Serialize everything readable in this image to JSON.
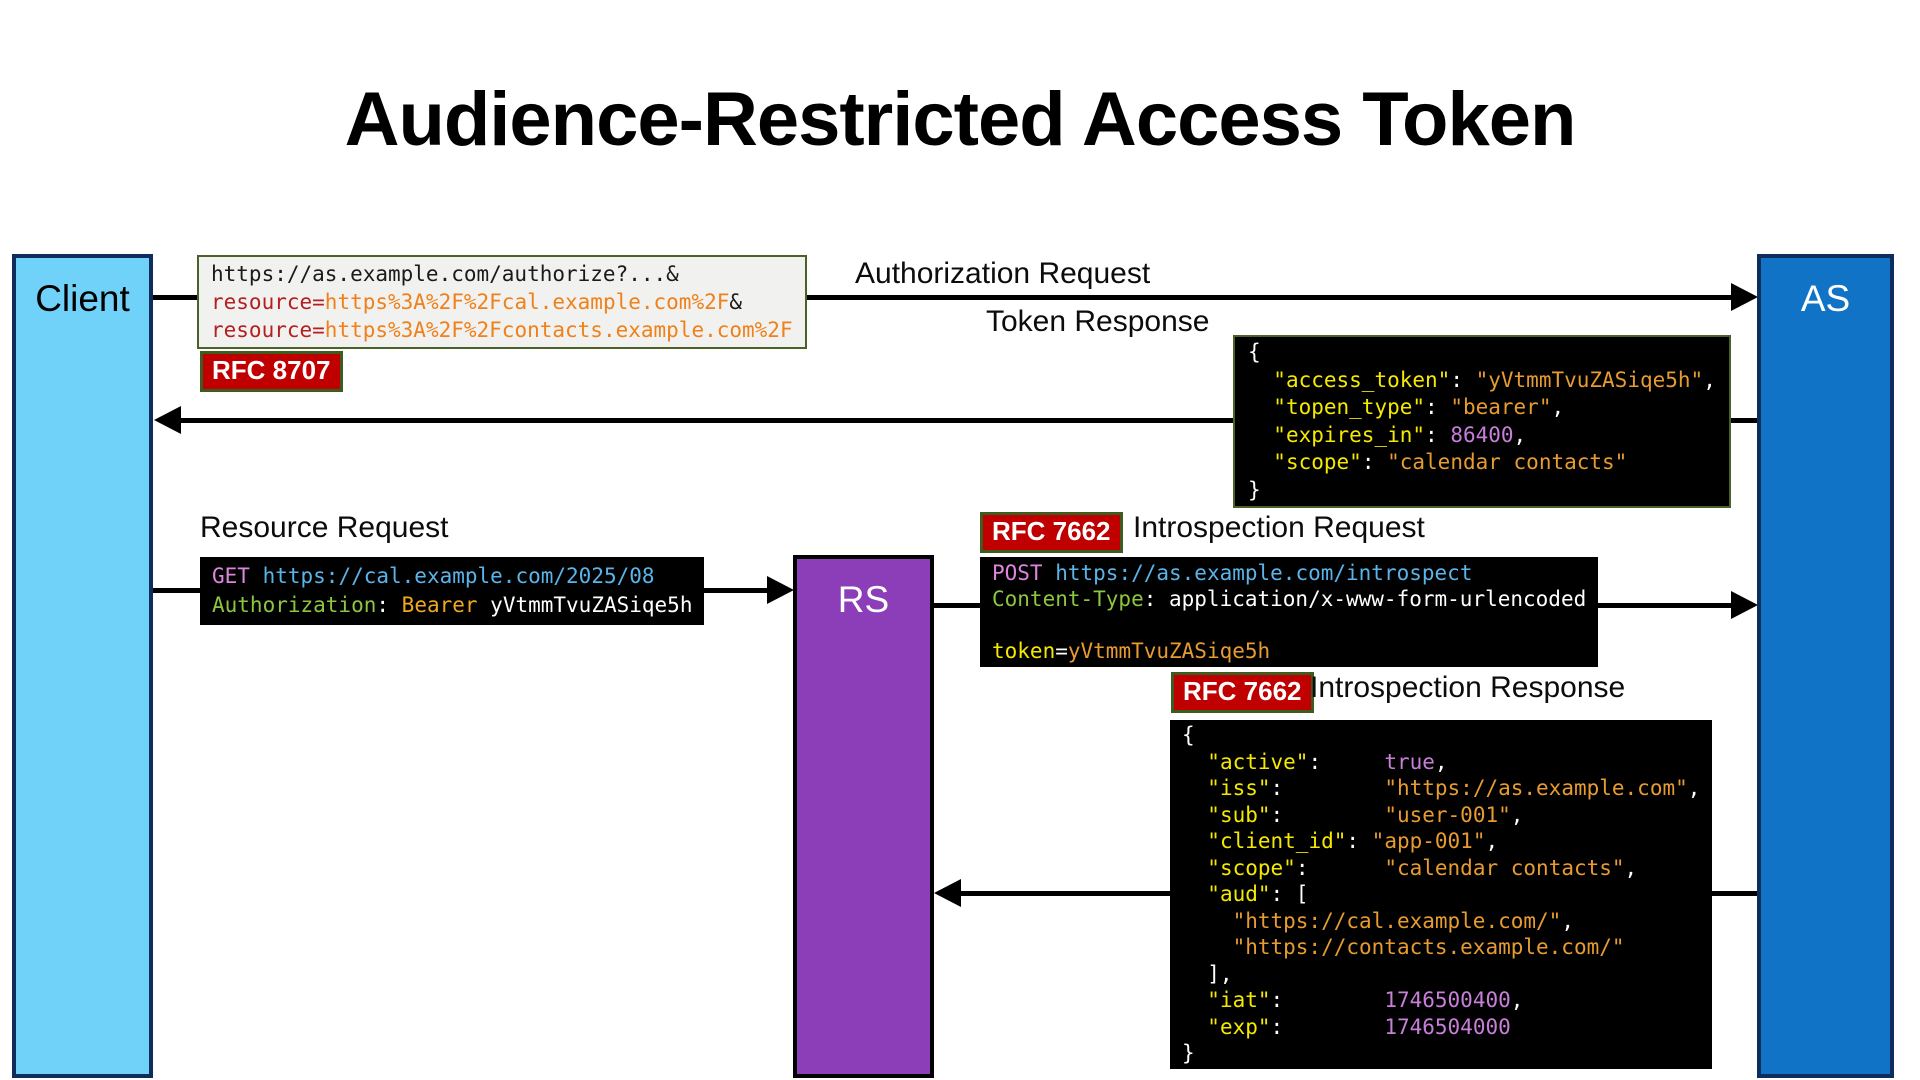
{
  "title": "Audience-Restricted Access Token",
  "actors": {
    "client": {
      "label": "Client"
    },
    "as": {
      "label": "AS"
    },
    "rs": {
      "label": "RS"
    }
  },
  "flows": {
    "authorization_request": {
      "label": "Authorization Request",
      "badge": "RFC 8707"
    },
    "token_response": {
      "label": "Token Response"
    },
    "resource_request": {
      "label": "Resource Request"
    },
    "introspection_request": {
      "label": "Introspection Request",
      "badge": "RFC 7662"
    },
    "introspection_response": {
      "label": "Introspection Response",
      "badge": "RFC 7662"
    }
  },
  "code_blocks": {
    "authorize_url": {
      "lines": [
        [
          [
            "t",
            "https://as.example.com/authorize?...&"
          ]
        ],
        [
          [
            "r",
            "resource="
          ],
          [
            "o",
            "https%3A%2F%2Fcal.example.com%2F"
          ],
          [
            "t",
            "&"
          ]
        ],
        [
          [
            "r",
            "resource="
          ],
          [
            "o",
            "https%3A%2F%2Fcontacts.example.com%2F"
          ]
        ]
      ]
    },
    "token_response_json": {
      "lines": [
        [
          [
            "p",
            "{"
          ]
        ],
        [
          [
            "p",
            "  "
          ],
          [
            "k",
            "\"access_token\""
          ],
          [
            "p",
            ": "
          ],
          [
            "s",
            "\"yVtmmTvuZASiqe5h\""
          ],
          [
            "p",
            ","
          ]
        ],
        [
          [
            "p",
            "  "
          ],
          [
            "k",
            "\"topen_type\""
          ],
          [
            "p",
            ": "
          ],
          [
            "s",
            "\"bearer\""
          ],
          [
            "p",
            ","
          ]
        ],
        [
          [
            "p",
            "  "
          ],
          [
            "k",
            "\"expires_in\""
          ],
          [
            "p",
            ": "
          ],
          [
            "n",
            "86400"
          ],
          [
            "p",
            ","
          ]
        ],
        [
          [
            "p",
            "  "
          ],
          [
            "k",
            "\"scope\""
          ],
          [
            "p",
            ": "
          ],
          [
            "s",
            "\"calendar contacts\""
          ]
        ],
        [
          [
            "p",
            "}"
          ]
        ]
      ]
    },
    "resource_request_http": {
      "lines": [
        [
          [
            "m",
            "GET"
          ],
          [
            "p",
            " "
          ],
          [
            "u",
            "https://cal.example.com/2025/08"
          ]
        ],
        [
          [
            "h",
            "Authorization"
          ],
          [
            "p",
            ": "
          ],
          [
            "b",
            "Bearer"
          ],
          [
            "p",
            " yVtmmTvuZASiqe5h"
          ]
        ]
      ]
    },
    "introspection_request_http": {
      "lines": [
        [
          [
            "m",
            "POST"
          ],
          [
            "p",
            " "
          ],
          [
            "u",
            "https://as.example.com/introspect"
          ]
        ],
        [
          [
            "h",
            "Content-Type"
          ],
          [
            "p",
            ": application/x-www-form-urlencoded"
          ]
        ],
        [
          [
            "p",
            " "
          ]
        ],
        [
          [
            "k",
            "token"
          ],
          [
            "p",
            "="
          ],
          [
            "s",
            "yVtmmTvuZASiqe5h"
          ]
        ]
      ]
    },
    "introspection_response_json": {
      "lines": [
        [
          [
            "p",
            "{"
          ]
        ],
        [
          [
            "p",
            "  "
          ],
          [
            "k",
            "\"active\""
          ],
          [
            "p",
            ":     "
          ],
          [
            "n",
            "true"
          ],
          [
            "p",
            ","
          ]
        ],
        [
          [
            "p",
            "  "
          ],
          [
            "k",
            "\"iss\""
          ],
          [
            "p",
            ":        "
          ],
          [
            "s",
            "\"https://as.example.com\""
          ],
          [
            "p",
            ","
          ]
        ],
        [
          [
            "p",
            "  "
          ],
          [
            "k",
            "\"sub\""
          ],
          [
            "p",
            ":        "
          ],
          [
            "s",
            "\"user-001\""
          ],
          [
            "p",
            ","
          ]
        ],
        [
          [
            "p",
            "  "
          ],
          [
            "k",
            "\"client_id\""
          ],
          [
            "p",
            ": "
          ],
          [
            "s",
            "\"app-001\""
          ],
          [
            "p",
            ","
          ]
        ],
        [
          [
            "p",
            "  "
          ],
          [
            "k",
            "\"scope\""
          ],
          [
            "p",
            ":      "
          ],
          [
            "s",
            "\"calendar contacts\""
          ],
          [
            "p",
            ","
          ]
        ],
        [
          [
            "p",
            "  "
          ],
          [
            "k",
            "\"aud\""
          ],
          [
            "p",
            ": ["
          ]
        ],
        [
          [
            "p",
            "    "
          ],
          [
            "s",
            "\"https://cal.example.com/\""
          ],
          [
            "p",
            ","
          ]
        ],
        [
          [
            "p",
            "    "
          ],
          [
            "s",
            "\"https://contacts.example.com/\""
          ]
        ],
        [
          [
            "p",
            "  ],"
          ]
        ],
        [
          [
            "p",
            "  "
          ],
          [
            "k",
            "\"iat\""
          ],
          [
            "p",
            ":        "
          ],
          [
            "n",
            "1746500400"
          ],
          [
            "p",
            ","
          ]
        ],
        [
          [
            "p",
            "  "
          ],
          [
            "k",
            "\"exp\""
          ],
          [
            "p",
            ":        "
          ],
          [
            "n",
            "1746504000"
          ]
        ],
        [
          [
            "p",
            "}"
          ]
        ]
      ]
    }
  },
  "colors": {
    "client_fill": "#70d2f8",
    "client_border": "#0f2d5c",
    "as_fill": "#1173c5",
    "rs_fill": "#8b3eb8",
    "rs_border": "#000000",
    "badge_bg": "#c00000",
    "badge_border": "#3f5c20",
    "code_bg": "#000000",
    "code_border": "#4c6128",
    "urlbox_bg": "#f1f1ef",
    "arrow": "#000000",
    "tok_plain": "#ffffff",
    "tok_key": "#f5e900",
    "tok_string": "#e79b30",
    "tok_number": "#c77fd9",
    "tok_method": "#df85df",
    "tok_url": "#5ab4ea",
    "tok_header": "#8dc63f",
    "tok_bearer": "#f0a820",
    "tok_dark": "#1a1a1a",
    "tok_red": "#b22020",
    "tok_orange": "#f08019"
  }
}
